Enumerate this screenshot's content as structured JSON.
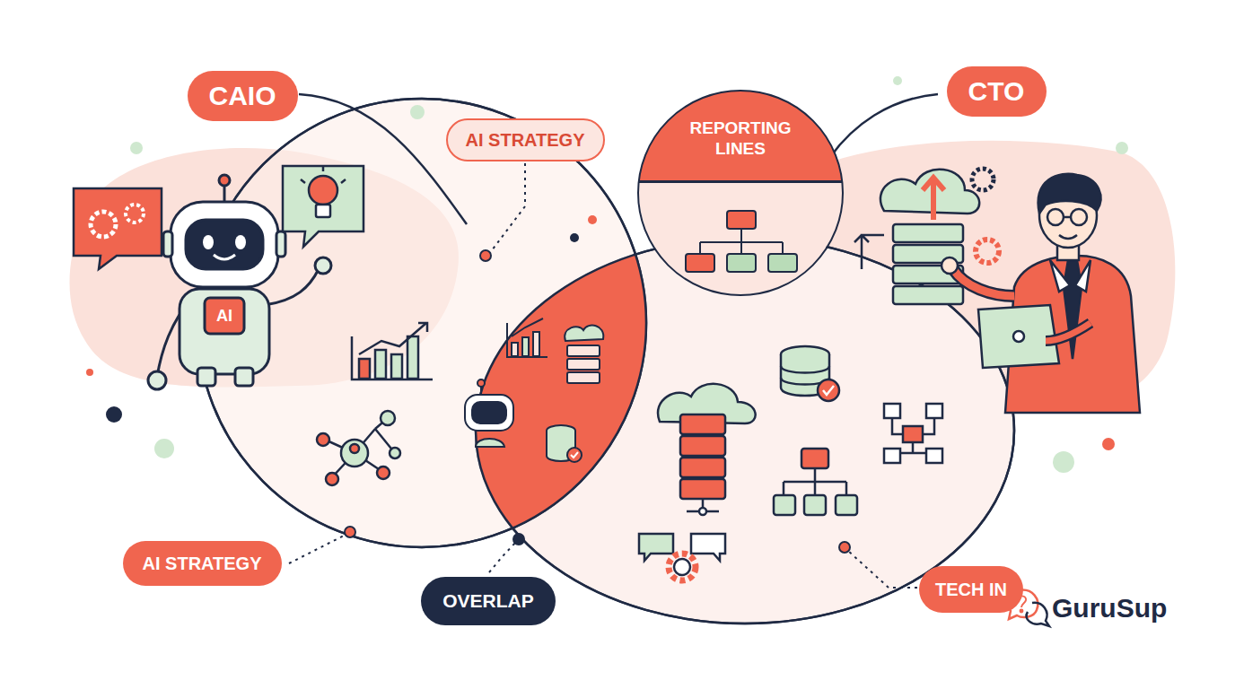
{
  "diagram": {
    "nodes": [
      {
        "text": [
          "CAIO"
        ]
      },
      {
        "text": [
          "AI STRATEGY"
        ]
      },
      {
        "text": [
          "REPORTING LINES"
        ]
      },
      {
        "text": [
          "CTO"
        ]
      },
      {
        "text": [
          "AI STRATEGY"
        ]
      },
      {
        "text": [
          "OVERLAP"
        ]
      },
      {
        "text": [
          "TECH IN"
        ]
      }
    ],
    "labels": [
      "AI",
      "GuruSup"
    ]
  }
}
